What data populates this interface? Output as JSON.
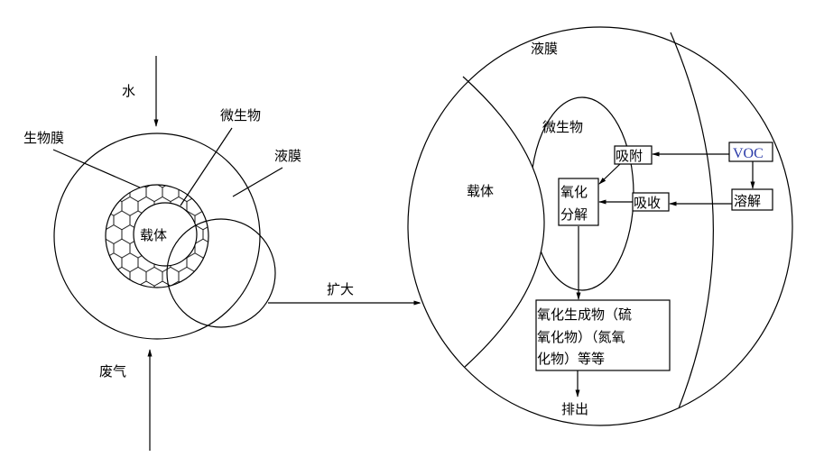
{
  "left": {
    "water": "水",
    "biofilm": "生物膜",
    "microbe": "微生物",
    "liquid_film": "液膜",
    "carrier": "载体",
    "waste_gas": "废气",
    "enlarge": "扩大"
  },
  "right": {
    "liquid_film": "液膜",
    "microbe": "微生物",
    "carrier": "载体",
    "adsorb": "吸附",
    "voc": "VOC",
    "dissolve": "溶解",
    "absorb": "吸收",
    "oxidize_line1": "氧化",
    "oxidize_line2": "分解",
    "products": [
      "氧化生成物（硫",
      "氧化物）（氮氧",
      "化物）等等"
    ],
    "discharge": "排出"
  }
}
